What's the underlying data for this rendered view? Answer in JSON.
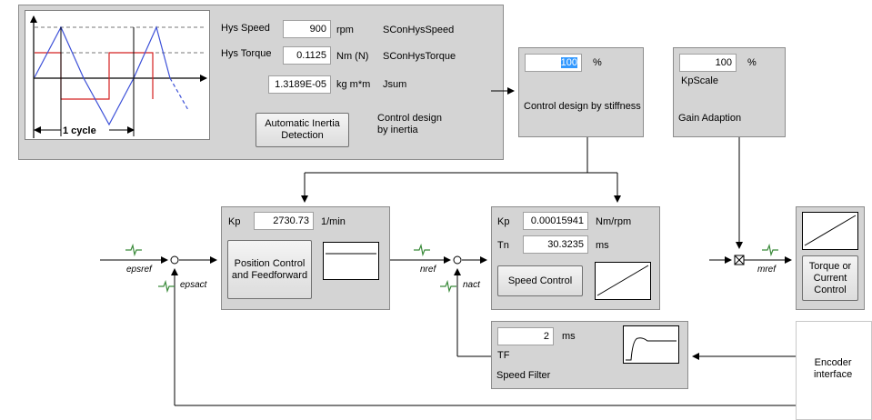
{
  "hysteresis": {
    "speed_label": "Hys Speed",
    "speed_value": "900",
    "speed_unit": "rpm",
    "speed_param": "SConHysSpeed",
    "torque_label": "Hys Torque",
    "torque_value": "0.1125",
    "torque_unit": "Nm (N)",
    "torque_param": "SConHysTorque",
    "inertia_value": "1.3189E-05",
    "inertia_unit": "kg m*m",
    "inertia_param": "Jsum",
    "auto_inertia_button": "Automatic Inertia\nDetection",
    "control_design_label": "Control design\nby inertia",
    "cycle_label": "1 cycle"
  },
  "stiffness": {
    "value": "100",
    "unit": "%",
    "label": "Control design by stiffness"
  },
  "gain_adaption": {
    "value": "100",
    "unit": "%",
    "kp_label": "KpScale",
    "label": "Gain Adaption"
  },
  "position_control": {
    "kp_label": "Kp",
    "kp_value": "2730.73",
    "kp_unit": "1/min",
    "button": "Position Control\nand Feedforward"
  },
  "speed_control": {
    "kp_label": "Kp",
    "kp_value": "0.00015941",
    "kp_unit": "Nm/rpm",
    "tn_label": "Tn",
    "tn_value": "30.3235",
    "tn_unit": "ms",
    "button": "Speed Control"
  },
  "speed_filter": {
    "value": "2",
    "unit": "ms",
    "tf_label": "TF",
    "label": "Speed Filter"
  },
  "torque_control": {
    "button": "Torque or\nCurrent\nControl"
  },
  "encoder": {
    "label": "Encoder\ninterface"
  },
  "signals": {
    "epsref": "epsref",
    "epsact": "epsact",
    "nref": "nref",
    "nact": "nact",
    "mref": "mref"
  },
  "colors": {
    "panel": "#d4d4d4",
    "blue_trace": "#3c50d8",
    "red_trace": "#d42020",
    "probe": "#3a8a3a"
  }
}
